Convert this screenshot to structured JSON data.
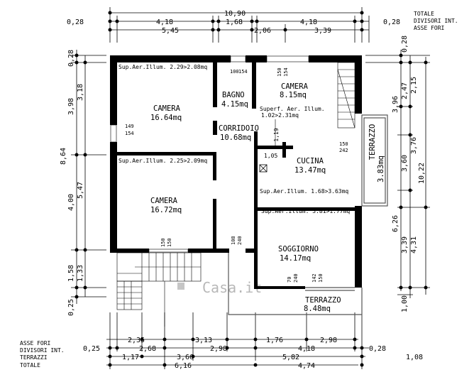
{
  "top": {
    "row1": [
      "0,28",
      "4,18",
      "10,90",
      "4,18",
      "0,28"
    ],
    "row2": [
      "5,45",
      "1,68",
      "2,06",
      "3,39"
    ],
    "legend": [
      "TOTALE",
      "DIVISORI INT.",
      "ASSE FORI"
    ]
  },
  "left": {
    "outer": [
      "0,28",
      "3,98",
      "8,64",
      "1,58",
      "0,25"
    ],
    "inner": [
      "3,18",
      "5,47",
      "4,00",
      "1,33"
    ]
  },
  "right": {
    "col1": [
      "0,28",
      "3,96",
      "3,60",
      "6,26",
      "1,00"
    ],
    "col2": [
      "2,47",
      "3,76",
      "3,39"
    ],
    "col3": [
      "2,15",
      "10,22",
      "4,31"
    ]
  },
  "bottom": {
    "row1": [
      "2,35",
      "3,13",
      "1,76",
      "2,98"
    ],
    "row2": [
      "0,25",
      "2,68",
      "2,98",
      "4,18",
      "0,28"
    ],
    "row3": [
      "1,17",
      "3,66",
      "5,82",
      "1,08"
    ],
    "row4": [
      "6,16",
      "4,74"
    ],
    "legend": [
      "ASSE FORI",
      "DIVISORI INT.",
      "TERRAZZI",
      "TOTALE"
    ]
  },
  "rooms": {
    "camera1": {
      "name": "CAMERA",
      "area": "16.64mq"
    },
    "bagno": {
      "name": "BAGNO",
      "area": "4.15mq"
    },
    "camera2": {
      "name": "CAMERA",
      "area": "8.15mq"
    },
    "corridoio": {
      "name": "CORRIDOIO",
      "area": "10.68mq"
    },
    "cucina": {
      "name": "CUCINA",
      "area": "13.47mq"
    },
    "camera3": {
      "name": "CAMERA",
      "area": "16.72mq"
    },
    "soggiorno": {
      "name": "SOGGIORNO",
      "area": "14.17mq"
    },
    "terrazzo_right": {
      "name": "TERRAZZO",
      "area": "3.83mq"
    },
    "terrazzo_bottom": {
      "name": "TERRAZZO",
      "area": "8.48mq"
    }
  },
  "notes": {
    "camera1": "Sup.Aer.Illum. 2.29>2.08mq",
    "camera2_a": "Superf. Aer. Illum.",
    "camera2_b": "1.02>2.31mq",
    "camera3": "Sup.Aer.Illum. 2.25>2.09mq",
    "cucina": "Sup.Aer.Illum. 1.68>3.63mq",
    "soggiorno": "Sup.Aer.Illum. 3.81>1.77mq"
  },
  "openings": {
    "win_bagno": [
      "100",
      "154"
    ],
    "win_camera2": [
      "150",
      "154"
    ],
    "win_camera1_left": [
      "149",
      "154"
    ],
    "win_cucina_right": [
      "150",
      "242"
    ],
    "win_camera3_bottom": [
      "150",
      "150"
    ],
    "door_soggiorno": [
      "108",
      "240"
    ],
    "win_soggiorno_a": [
      "70",
      "240"
    ],
    "win_soggiorno_b": [
      "142",
      "150"
    ]
  },
  "labels": {
    "d105": "1,05",
    "d119": "1,19"
  },
  "watermark": "Casa.it"
}
